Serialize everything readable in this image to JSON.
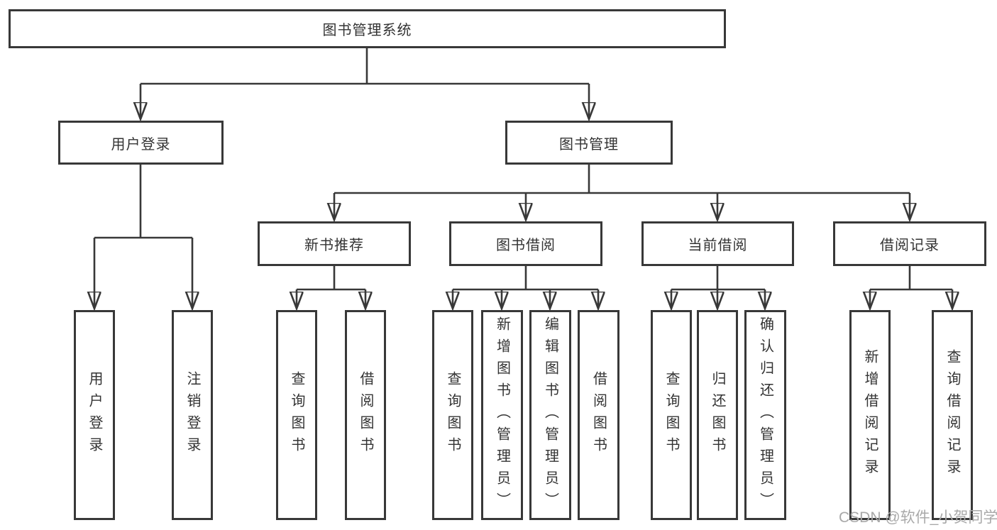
{
  "diagram_type": "function-structure-tree",
  "colors": {
    "line": "#383838",
    "node_border": "#383838",
    "text": "#333333",
    "background": "#ffffff",
    "watermark": "#a9a9a9"
  },
  "tree": {
    "root": {
      "label": "图书管理系统",
      "children": [
        {
          "label": "用户登录",
          "children": [
            {
              "label": "用户登录"
            },
            {
              "label": "注销登录"
            }
          ]
        },
        {
          "label": "图书管理",
          "children": [
            {
              "label": "新书推荐",
              "children": [
                {
                  "label": "查询图书"
                },
                {
                  "label": "借阅图书"
                }
              ]
            },
            {
              "label": "图书借阅",
              "children": [
                {
                  "label": "查询图书"
                },
                {
                  "label": "新增图书（管理员）"
                },
                {
                  "label": "编辑图书（管理员）"
                },
                {
                  "label": "借阅图书"
                }
              ]
            },
            {
              "label": "当前借阅",
              "children": [
                {
                  "label": "查询图书"
                },
                {
                  "label": "归还图书"
                },
                {
                  "label": "确认归还（管理员）"
                }
              ]
            },
            {
              "label": "借阅记录",
              "children": [
                {
                  "label": "新增借阅记录"
                },
                {
                  "label": "查询借阅记录"
                }
              ]
            }
          ]
        }
      ]
    }
  },
  "watermark": {
    "text": "CSDN @软件_小贺同学"
  }
}
